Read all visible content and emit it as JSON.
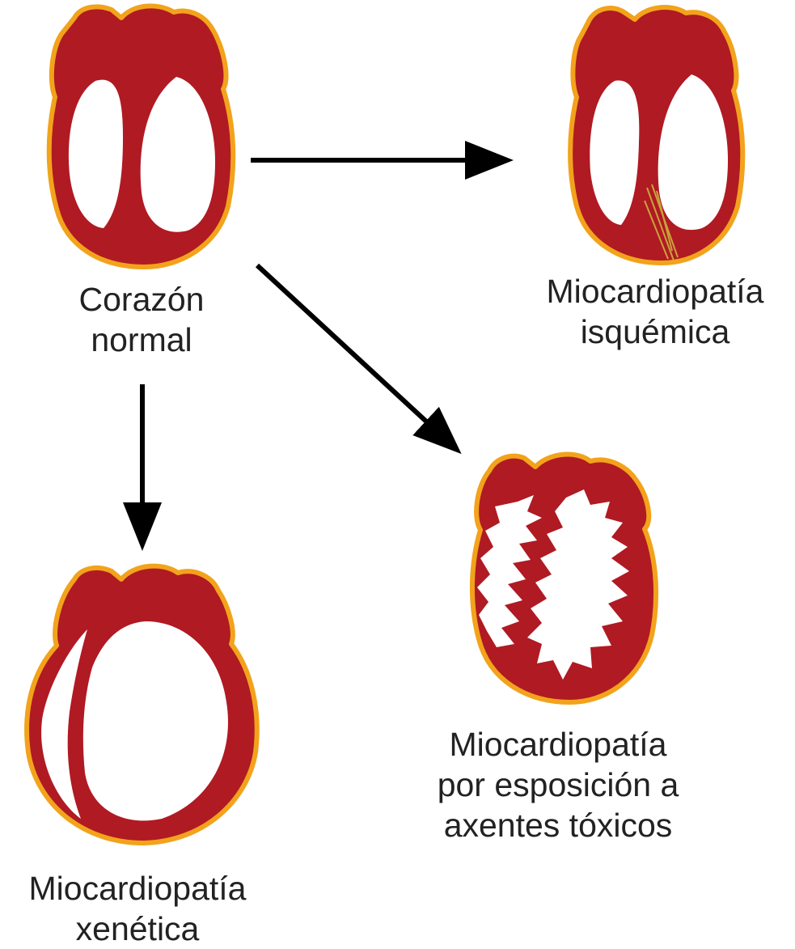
{
  "colors": {
    "myocardium": "#B01A23",
    "outline": "#F2A31B",
    "chamber": "#FFFFFF",
    "scar": "#C9A33A",
    "arrow": "#000000",
    "text": "#222222"
  },
  "nodes": {
    "normal": {
      "line1": "Corazón",
      "line2": "normal"
    },
    "ischemic": {
      "line1": "Miocardiopatía",
      "line2": "isquémica"
    },
    "toxic": {
      "line1": "Miocardiopatía",
      "line2": "por esposición a",
      "line3": "axentes tóxicos"
    },
    "genetic": {
      "line1": "Miocardiopatía",
      "line2": "xenética"
    }
  },
  "edges": [
    {
      "from": "normal",
      "to": "ischemic"
    },
    {
      "from": "normal",
      "to": "toxic"
    },
    {
      "from": "normal",
      "to": "genetic"
    }
  ]
}
